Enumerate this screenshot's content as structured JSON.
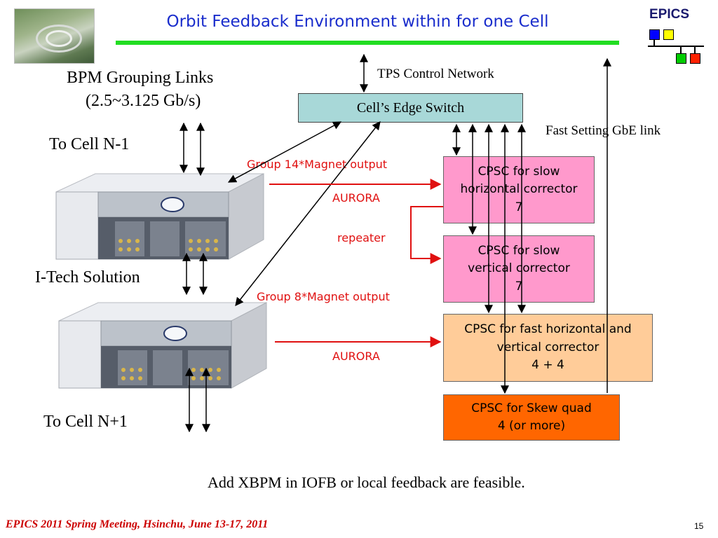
{
  "slide": {
    "title": "Orbit Feedback Environment within for one Cell",
    "page_number": "15",
    "footer": "EPICS 2011 Spring Meeting, Hsinchu, June 13-17, 2011",
    "note": "Add XBPM in IOFB or local feedback are feasible."
  },
  "logo": {
    "text": "EPICS",
    "colors": [
      "#0000ff",
      "#ffff00",
      "#00cc00",
      "#ff2200"
    ]
  },
  "labels": {
    "bpm_links_line1": "BPM Grouping Links",
    "bpm_links_line2": "(2.5~3.125 Gb/s)",
    "to_cell_prev": "To Cell N-1",
    "to_cell_next": "To Cell N+1",
    "itech": "I-Tech Solution",
    "tps_network": "TPS Control Network",
    "fast_setting": "Fast Setting GbE link",
    "group14": "Group 14*Magnet output",
    "aurora_top": "AURORA",
    "repeater": "repeater",
    "group8": "Group 8*Magnet output",
    "aurora_bottom": "AURORA"
  },
  "boxes": {
    "edge_switch": "Cell’s Edge Switch",
    "slow_h": [
      "CPSC for slow",
      "horizontal corrector",
      "7"
    ],
    "slow_v": [
      "CPSC for slow",
      "vertical corrector",
      "7"
    ],
    "fast_hv": [
      "CPSC for fast horizontal and",
      "vertical corrector",
      "4 + 4"
    ],
    "skew": [
      "CPSC for Skew quad",
      "4  (or more)"
    ]
  },
  "colors": {
    "title": "#1a2dcc",
    "title_rule": "#22dd22",
    "switch_fill": "#a8d8d8",
    "pink_fill": "#ff99cc",
    "peach_fill": "#ffcc99",
    "orange_fill": "#ff6600",
    "signal_arrow": "#e01010",
    "footer": "#cc0000"
  }
}
